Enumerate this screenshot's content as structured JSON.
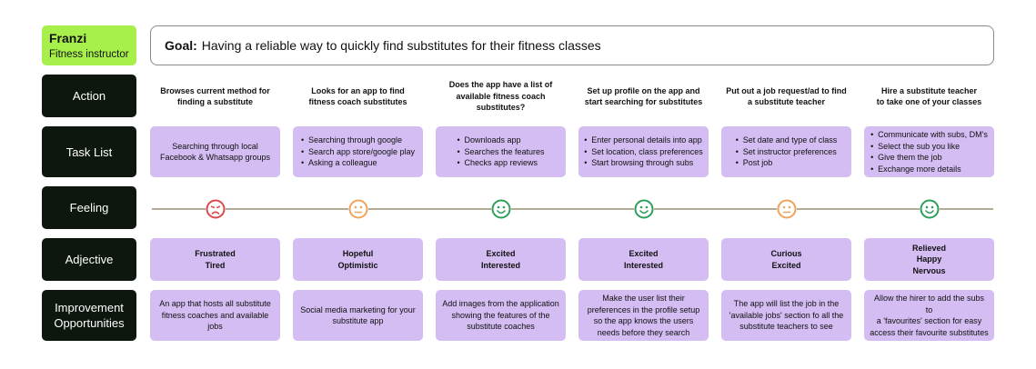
{
  "persona": {
    "name": "Franzi",
    "role": "Fitness instructor"
  },
  "goal": {
    "label": "Goal:",
    "text": "Having a reliable way to quickly find substitutes for their fitness classes"
  },
  "row_labels": {
    "action": "Action",
    "task_list": "Task List",
    "feeling": "Feeling",
    "adjective": "Adjective",
    "improvement": [
      "Improvement",
      "Opportunities"
    ]
  },
  "stages": [
    {
      "action": [
        "Browses current method for",
        "finding a substitute"
      ],
      "tasks": [
        "Searching through local",
        "Facebook & Whatsapp groups"
      ],
      "tasks_bulleted": false,
      "feeling": {
        "icon": "sad-face-icon",
        "color": "#e0474c"
      },
      "adjectives": [
        "Frustrated",
        "Tired"
      ],
      "improvement": [
        "An app that hosts all substitute",
        "fitness coaches and available jobs"
      ]
    },
    {
      "action": [
        "Looks for an app to find",
        "fitness coach substitutes"
      ],
      "tasks": [
        "Searching through google",
        "Search app store/google play",
        "Asking a colleague"
      ],
      "tasks_bulleted": true,
      "feeling": {
        "icon": "neutral-face-icon",
        "color": "#f0a35a"
      },
      "adjectives": [
        "Hopeful",
        "Optimistic"
      ],
      "improvement": [
        "Social media marketing for your",
        "substitute app"
      ]
    },
    {
      "action": [
        "Does the app have a list of",
        "available fitness coach",
        "substitutes?"
      ],
      "tasks": [
        "Downloads app",
        "Searches the features",
        "Checks app reviews"
      ],
      "tasks_bulleted": true,
      "feeling": {
        "icon": "happy-face-icon",
        "color": "#2e9e5b"
      },
      "adjectives": [
        "Excited",
        "Interested"
      ],
      "improvement": [
        "Add images from the application",
        "showing the features of the",
        "substitute coaches"
      ]
    },
    {
      "action": [
        "Set up profile on the app and",
        "start searching for substitutes"
      ],
      "tasks": [
        "Enter personal details into app",
        "Set location, class preferences",
        "Start browsing through subs"
      ],
      "tasks_bulleted": true,
      "feeling": {
        "icon": "happy-face-icon",
        "color": "#2e9e5b"
      },
      "adjectives": [
        "Excited",
        "Interested"
      ],
      "improvement": [
        "Make the user list their",
        "preferences in the profile setup",
        "so the app knows the users",
        "needs before they search"
      ]
    },
    {
      "action": [
        "Put out a job request/ad to find",
        "a substitute teacher"
      ],
      "tasks": [
        "Set date and type of class",
        "Set instructor preferences",
        "Post job"
      ],
      "tasks_bulleted": true,
      "feeling": {
        "icon": "neutral-face-icon",
        "color": "#f0a35a"
      },
      "adjectives": [
        "Curious",
        "Excited"
      ],
      "improvement": [
        "The app will list the job in the",
        "'available jobs' section fo all the",
        "substitute teachers to see"
      ]
    },
    {
      "action": [
        "Hire a substitute teacher",
        "to take one of your classes"
      ],
      "tasks": [
        "Communicate with subs, DM's",
        "Select the sub you like",
        "Give them the job",
        "Exchange more details"
      ],
      "tasks_bulleted": true,
      "feeling": {
        "icon": "happy-face-icon",
        "color": "#2e9e5b"
      },
      "adjectives": [
        "Relieved",
        "Happy",
        "Nervous"
      ],
      "improvement": [
        "Allow the hirer to add the subs to",
        "a 'favourites' section for easy",
        "access their favourite substitutes"
      ]
    }
  ]
}
